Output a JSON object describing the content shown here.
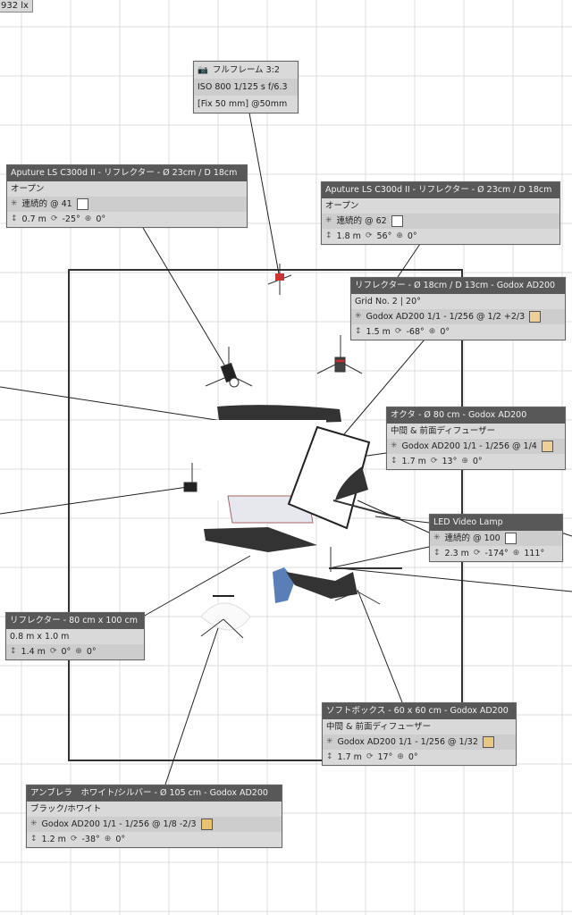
{
  "lux_readout": "932 lx",
  "colors": {
    "header": "#585858",
    "warm_swatch": "#e9c98a",
    "white_swatch": "#ffffff"
  },
  "camera": {
    "icon": "camera-icon",
    "line1": "フルフレーム  3:2",
    "line2": "ISO 800  1/125 s  f/6.3",
    "line3": "[Fix 50 mm]  @50mm"
  },
  "lights": [
    {
      "title": "Aputure LS C300d II - リフレクター - Ø 23cm / D 18cm",
      "modifier": "オープン",
      "power": "連続的   @ 41",
      "swatch": "#ffffff",
      "height": "0.7 m",
      "tilt": "-25°",
      "rotation": "0°"
    },
    {
      "title": "Aputure LS C300d II - リフレクター - Ø 23cm / D 18cm",
      "modifier": "オープン",
      "power": "連続的   @ 62",
      "swatch": "#ffffff",
      "height": "1.8 m",
      "tilt": "56°",
      "rotation": "0°"
    },
    {
      "title": "リフレクター - Ø 18cm / D 13cm - Godox AD200",
      "modifier": "Grid No. 2 | 20°",
      "power": "Godox AD200  1/1 - 1/256 @ 1/2 +2/3",
      "swatch": "#efcf98",
      "height": "1.5 m",
      "tilt": "-68°",
      "rotation": "0°"
    },
    {
      "title": "オクタ - Ø 80 cm - Godox AD200",
      "modifier": "中間 & 前面ディフューザー",
      "power": "Godox AD200  1/1 - 1/256 @ 1/4",
      "swatch": "#ecd095",
      "height": "1.7 m",
      "tilt": "13°",
      "rotation": "0°"
    },
    {
      "title": "LED Video Lamp",
      "power": "連続的   @ 100",
      "swatch": "#ffffff",
      "height": "2.3 m",
      "tilt": "-174°",
      "rotation": "111°"
    },
    {
      "title": "ソフトボックス - 60 x 60 cm - Godox AD200",
      "modifier": "中間 & 前面ディフューザー",
      "power": "Godox AD200  1/1 - 1/256 @ 1/32",
      "swatch": "#e8c880",
      "height": "1.7 m",
      "tilt": "17°",
      "rotation": "0°"
    },
    {
      "title": "アンブレラ　ホワイト/シルバー - Ø 105 cm - Godox AD200",
      "modifier": "ブラック/ホワイト",
      "power": "Godox AD200  1/1 - 1/256 @ 1/8 -2/3",
      "swatch": "#e8c270",
      "height": "1.2 m",
      "tilt": "-38°",
      "rotation": "0°"
    }
  ],
  "reflector": {
    "title": "リフレクター - 80 cm x 100 cm",
    "size": "0.8 m x 1.0 m",
    "height": "1.4 m",
    "tilt": "0°",
    "rotation": "0°"
  },
  "icons": {
    "height": "↕",
    "tilt": "⟳",
    "rotation": "⊕",
    "power": "✳"
  }
}
